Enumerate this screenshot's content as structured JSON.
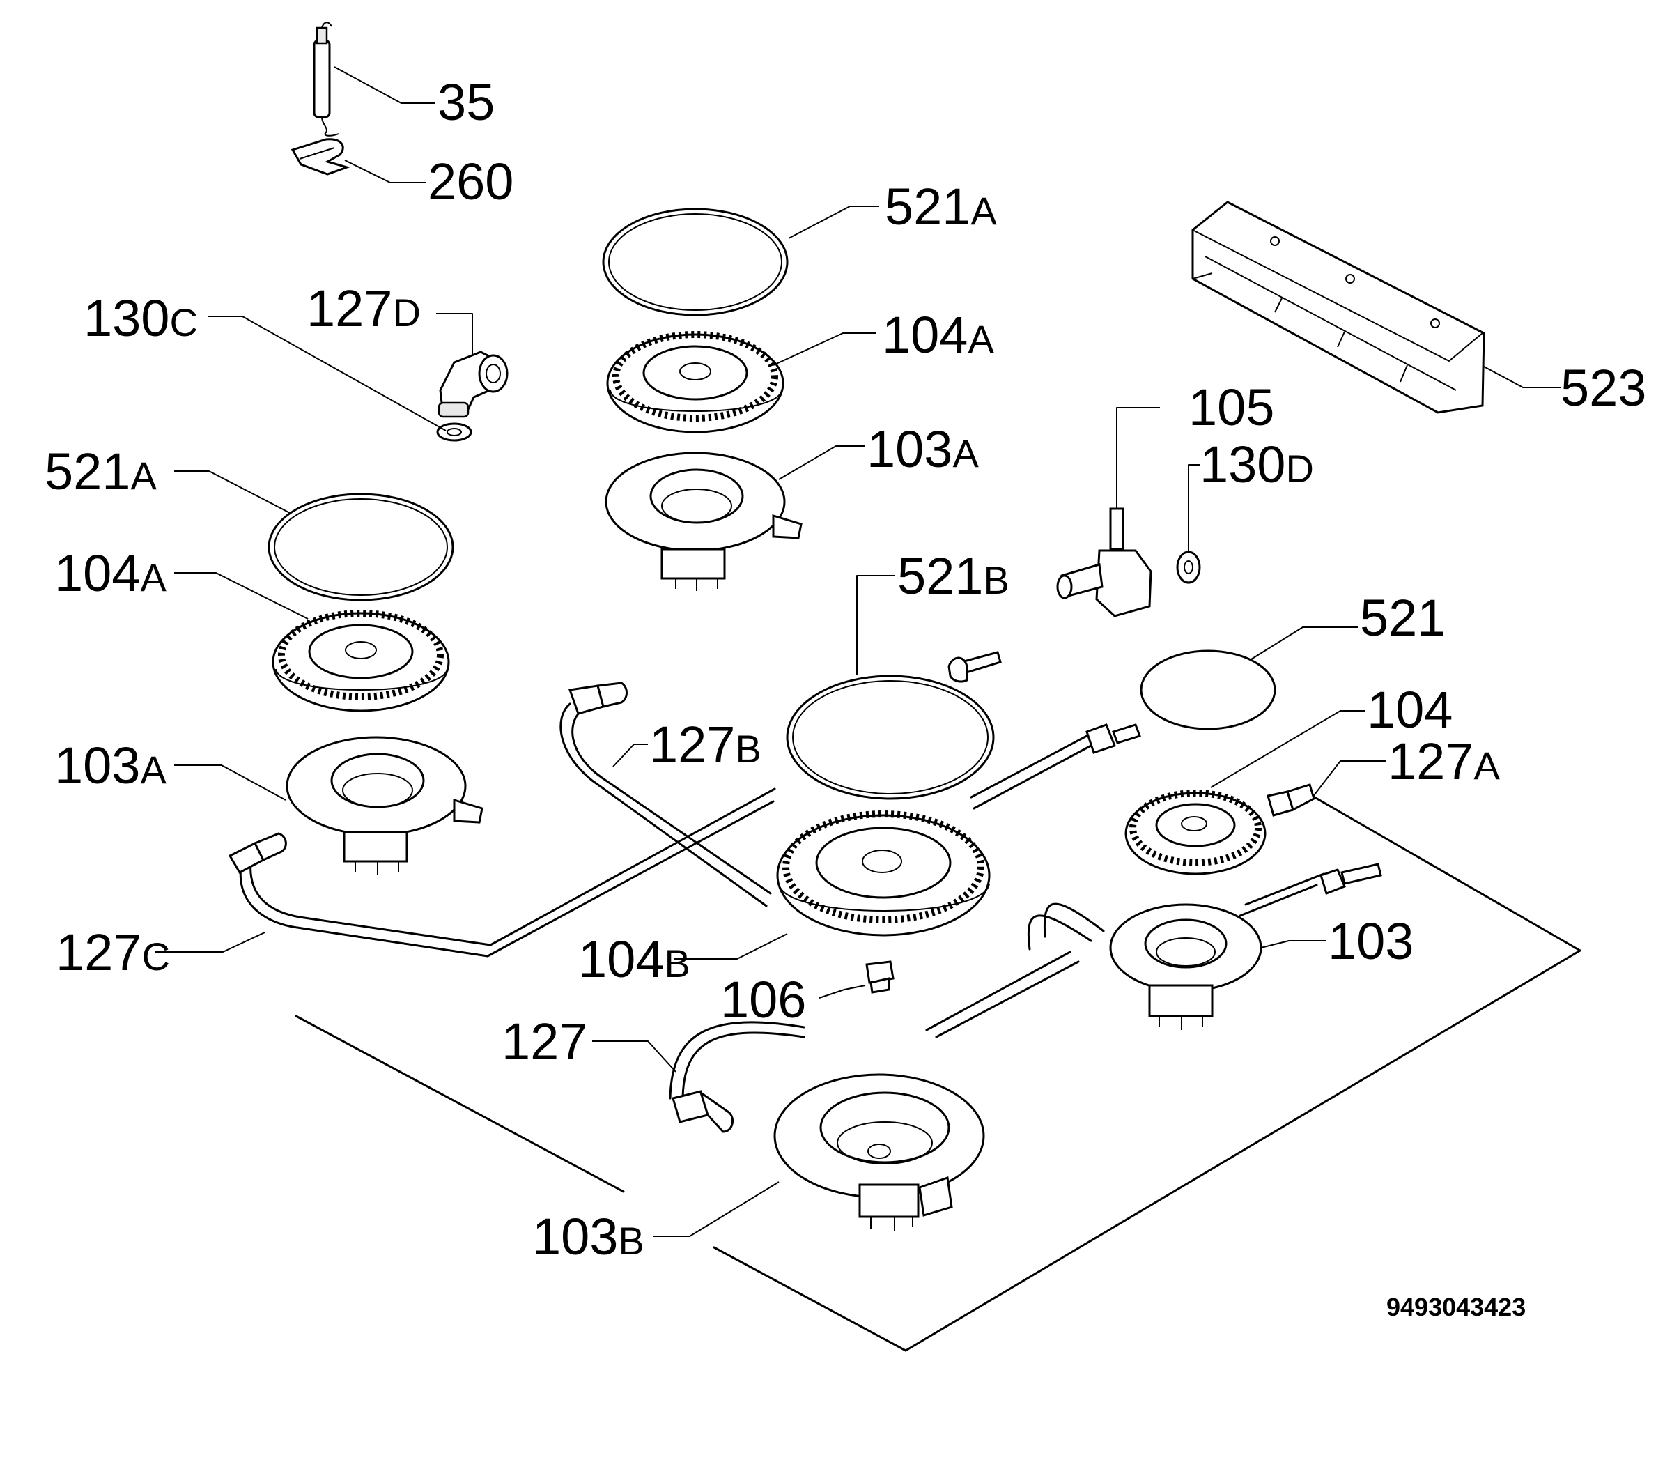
{
  "labels": {
    "l35": {
      "num": "35",
      "suffix": ""
    },
    "l260": {
      "num": "260",
      "suffix": ""
    },
    "l521a_top": {
      "num": "521",
      "suffix": "A"
    },
    "l127d": {
      "num": "127",
      "suffix": "D"
    },
    "l130c": {
      "num": "130",
      "suffix": "C"
    },
    "l104a_top": {
      "num": "104",
      "suffix": "A"
    },
    "l523": {
      "num": "523",
      "suffix": ""
    },
    "l105": {
      "num": "105",
      "suffix": ""
    },
    "l103a_top": {
      "num": "103",
      "suffix": "A"
    },
    "l130d": {
      "num": "130",
      "suffix": "D"
    },
    "l521a_left": {
      "num": "521",
      "suffix": "A"
    },
    "l104a_left": {
      "num": "104",
      "suffix": "A"
    },
    "l521b": {
      "num": "521",
      "suffix": "B"
    },
    "l521": {
      "num": "521",
      "suffix": ""
    },
    "l104": {
      "num": "104",
      "suffix": ""
    },
    "l127b": {
      "num": "127",
      "suffix": "B"
    },
    "l127a": {
      "num": "127",
      "suffix": "A"
    },
    "l103a_left": {
      "num": "103",
      "suffix": "A"
    },
    "l103": {
      "num": "103",
      "suffix": ""
    },
    "l127c": {
      "num": "127",
      "suffix": "C"
    },
    "l104b": {
      "num": "104",
      "suffix": "B"
    },
    "l106": {
      "num": "106",
      "suffix": ""
    },
    "l127": {
      "num": "127",
      "suffix": ""
    },
    "l103b": {
      "num": "103",
      "suffix": "B"
    }
  },
  "diagram_code": "9493043423"
}
